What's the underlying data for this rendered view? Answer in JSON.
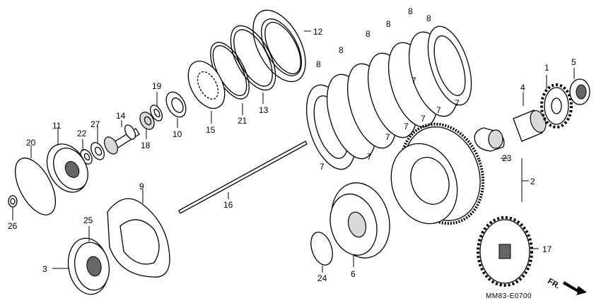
{
  "diagram_code": "MM83-E0700",
  "direction_label": "FR.",
  "callouts": [
    {
      "id": "c1",
      "text": "1"
    },
    {
      "id": "c2",
      "text": "2"
    },
    {
      "id": "c3",
      "text": "3"
    },
    {
      "id": "c4",
      "text": "4"
    },
    {
      "id": "c5",
      "text": "5"
    },
    {
      "id": "c6",
      "text": "6"
    },
    {
      "id": "c7a",
      "text": "7"
    },
    {
      "id": "c7b",
      "text": "7"
    },
    {
      "id": "c7c",
      "text": "7"
    },
    {
      "id": "c7d",
      "text": "7"
    },
    {
      "id": "c7e",
      "text": "7"
    },
    {
      "id": "c7f",
      "text": "7"
    },
    {
      "id": "c7g",
      "text": "7"
    },
    {
      "id": "c7h",
      "text": "7"
    },
    {
      "id": "c8a",
      "text": "8"
    },
    {
      "id": "c8b",
      "text": "8"
    },
    {
      "id": "c8c",
      "text": "8"
    },
    {
      "id": "c8d",
      "text": "8"
    },
    {
      "id": "c8e",
      "text": "8"
    },
    {
      "id": "c8f",
      "text": "8"
    },
    {
      "id": "c9",
      "text": "9"
    },
    {
      "id": "c10",
      "text": "10"
    },
    {
      "id": "c11",
      "text": "11"
    },
    {
      "id": "c12",
      "text": "12"
    },
    {
      "id": "c13",
      "text": "13"
    },
    {
      "id": "c14",
      "text": "14"
    },
    {
      "id": "c15",
      "text": "15"
    },
    {
      "id": "c16",
      "text": "16"
    },
    {
      "id": "c17",
      "text": "17"
    },
    {
      "id": "c18",
      "text": "18"
    },
    {
      "id": "c19",
      "text": "19"
    },
    {
      "id": "c20",
      "text": "20"
    },
    {
      "id": "c21",
      "text": "21"
    },
    {
      "id": "c22",
      "text": "22"
    },
    {
      "id": "c23",
      "text": "23"
    },
    {
      "id": "c24",
      "text": "24"
    },
    {
      "id": "c25",
      "text": "25"
    },
    {
      "id": "c26",
      "text": "26"
    },
    {
      "id": "c27",
      "text": "27"
    }
  ]
}
